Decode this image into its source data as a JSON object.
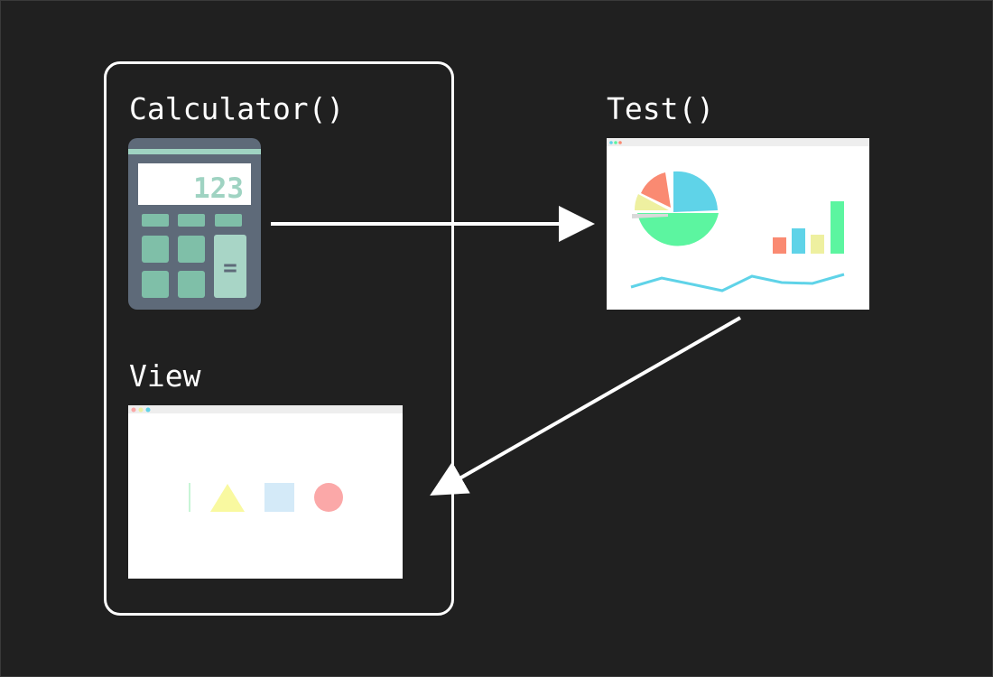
{
  "labels": {
    "calculator": "Calculator()",
    "test": "Test()",
    "view": "View"
  },
  "calculator": {
    "display_value": "123",
    "equals_symbol": "="
  },
  "icons": {
    "calculator": "calculator-icon",
    "test_window": "analytics-dashboard-icon",
    "view_window": "shapes-window-icon"
  },
  "colors": {
    "background": "#202020",
    "line": "#ffffff",
    "calc_body": "#5e6a79",
    "calc_key": "#7fbfa8",
    "calc_display_text": "#9fd3c2",
    "pie_blue": "#5fd3e8",
    "pie_green": "#5cf5a0",
    "pie_orange": "#fa8a72",
    "pie_yellow": "#eef0a0",
    "bar_orange": "#fa8a72",
    "bar_blue": "#5fd3e8",
    "bar_yellow": "#eef0a0",
    "bar_green": "#5cf5a0",
    "shape_triangle": "#f9f9a0",
    "shape_square": "#d4eaf8",
    "shape_circle": "#fba8a8"
  }
}
